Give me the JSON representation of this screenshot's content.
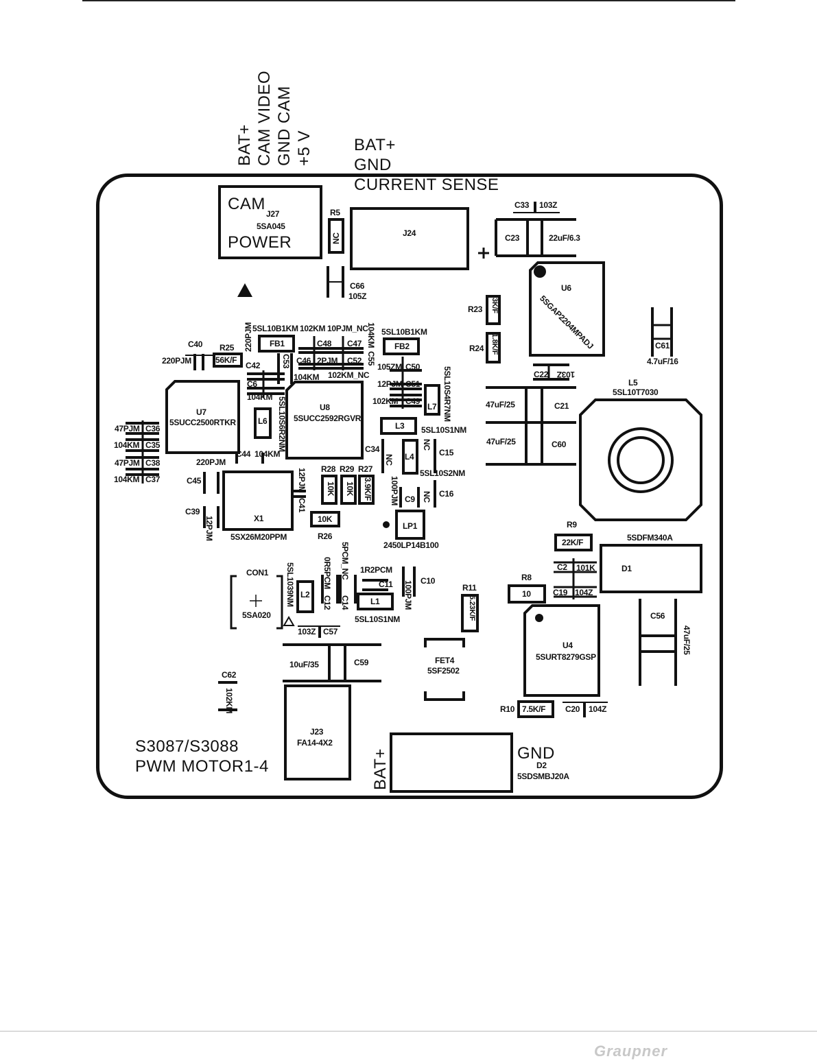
{
  "connectors": {
    "cam_pins": [
      "BAT+",
      "CAM VIDEO",
      "GND CAM",
      "+5 V"
    ],
    "power_pins": [
      "BAT+",
      "GND",
      "CURRENT SENSE"
    ],
    "cam_box_top": "CAM",
    "cam_box_bottom": "POWER",
    "bottom_bat": "BAT+",
    "bottom_gnd": "GND"
  },
  "board_title": [
    "S3087/S3088",
    "PWM MOTOR1-4"
  ],
  "footer_brand": "Graupner",
  "components": {
    "J27": [
      "J27",
      "5SA045"
    ],
    "R5": [
      "R5",
      "NC"
    ],
    "J24": "J24",
    "C66": [
      "C66",
      "105Z"
    ],
    "C33": [
      "C33",
      "103Z"
    ],
    "C23": [
      "C23",
      "22uF/6.3"
    ],
    "plus": "+",
    "U6": [
      "U6",
      "5SGAP2204MPADJ"
    ],
    "R23": [
      "R23",
      "3K/F"
    ],
    "R24": [
      "R24",
      "1.8K/F"
    ],
    "C61": [
      "C61",
      "4.7uF/16"
    ],
    "C40": "C40",
    "R25": [
      "R25",
      "56K/F"
    ],
    "C40v": "220PJM",
    "FB1": [
      "FB1",
      "5SL10B1KM"
    ],
    "C48": [
      "C48",
      "102KM"
    ],
    "C47": [
      "C47",
      "10PJM_NC"
    ],
    "FB2": [
      "FB2",
      "5SL10B1KM"
    ],
    "C55": [
      "C55",
      "104KM"
    ],
    "C42": [
      "C42",
      "220PJM"
    ],
    "C46": [
      "C46",
      "2PJM"
    ],
    "C52": [
      "C52",
      "102KM_NC"
    ],
    "C53": [
      "C53",
      "104KM"
    ],
    "C50": [
      "C50",
      "105ZM"
    ],
    "C6": [
      "C6",
      "104KM"
    ],
    "C51": [
      "C51",
      "12PJM"
    ],
    "C49": [
      "C49",
      "102KM"
    ],
    "C22": [
      "C22",
      "103Z"
    ],
    "L5": [
      "L5",
      "5SL10T7030"
    ],
    "C21": [
      "C21",
      "47uF/25"
    ],
    "C60": [
      "C60",
      "47uF/25"
    ],
    "U7": [
      "U7",
      "5SUCC2500RTKR"
    ],
    "U8": [
      "U8",
      "5SUCC2592RGVR"
    ],
    "L6": [
      "L6",
      "5SL10S6R2NM"
    ],
    "L7": [
      "L7",
      "5SL10S4R7NM"
    ],
    "L3": [
      "L3",
      "5SL10S1NM"
    ],
    "C36": [
      "C36",
      "47PJM"
    ],
    "C35": [
      "C35",
      "104KM"
    ],
    "C38": [
      "C38",
      "47PJM"
    ],
    "C37": [
      "C37",
      "104KM"
    ],
    "C44": [
      "C44",
      "104KM"
    ],
    "C34": [
      "C34",
      "NC"
    ],
    "L4": [
      "L4",
      "5SL10S2NM"
    ],
    "C15": [
      "C15",
      "NC"
    ],
    "C45": [
      "C45",
      "220PJM"
    ],
    "X1": [
      "X1",
      "5SX26M20PPM"
    ],
    "C41": [
      "C41",
      "12PJM"
    ],
    "R28": [
      "R28",
      "10K"
    ],
    "R29": [
      "R29",
      "10K"
    ],
    "R27": [
      "R27",
      "3.9K/F"
    ],
    "C9": [
      "C9",
      "100PJM"
    ],
    "C16": [
      "C16",
      "NC"
    ],
    "C39": [
      "C39",
      "12PJM"
    ],
    "R26": [
      "R26",
      "10K"
    ],
    "LP1": [
      "LP1",
      "2450LP14B100"
    ],
    "R9": [
      "R9",
      "22K/F"
    ],
    "D1": [
      "D1",
      "5SDFM340A"
    ],
    "C2": [
      "C2",
      "101K"
    ],
    "R8": [
      "R8",
      "10"
    ],
    "C19": [
      "C19",
      "104Z"
    ],
    "CON1": [
      "CON1",
      "5SA020"
    ],
    "L2": [
      "L2",
      "5SL1039NM"
    ],
    "C12": [
      "C12",
      "0R5PCM"
    ],
    "C14": [
      "C14",
      "5PCM_NC"
    ],
    "C11": [
      "C11",
      "1R2PCM"
    ],
    "L1": [
      "L1",
      "5SL10S1NM"
    ],
    "C10": [
      "C10",
      "100PJM"
    ],
    "R11": [
      "R11",
      "5.23K/F"
    ],
    "C56": [
      "C56",
      "47uF/25"
    ],
    "U4": [
      "U4",
      "5SURT8279GSP"
    ],
    "C57": [
      "C57",
      "103Z"
    ],
    "C59": [
      "C59",
      "10uF/35"
    ],
    "FET4": [
      "FET4",
      "5SF2502"
    ],
    "C62": [
      "C62",
      "102KM"
    ],
    "J23": [
      "J23",
      "FA14-4X2"
    ],
    "R10": [
      "R10",
      "7.5K/F"
    ],
    "C20": [
      "C20",
      "104Z"
    ],
    "D2": [
      "D2",
      "5SDSMBJ20A"
    ]
  }
}
